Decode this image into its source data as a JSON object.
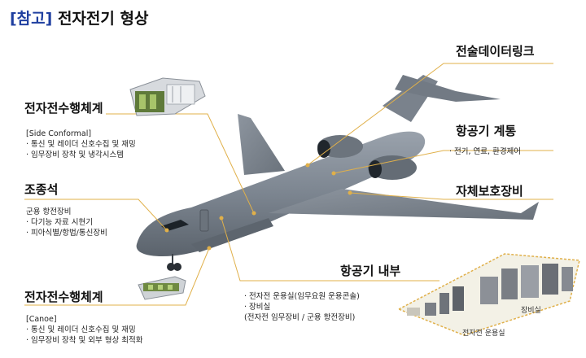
{
  "page": {
    "title_tag": "[참고]",
    "title_text": "전자전기 형상"
  },
  "colors": {
    "accent": "#1f3fa0",
    "leader": "#e0b04a",
    "aircraft": "#7c8590"
  },
  "callouts": {
    "datalink": {
      "heading": "전술데이터링크"
    },
    "systems": {
      "heading": "항공기 계통",
      "lines": [
        "· 전기, 연료, 환경제어"
      ]
    },
    "self_protection": {
      "heading": "자체보호장비"
    },
    "ew_side": {
      "heading": "전자전수행체계",
      "subheading": "[Side Conformal]",
      "lines": [
        "· 통신 및 레이더 신호수집 및 재밍",
        "· 임무장비 장착 및 냉각시스템"
      ]
    },
    "cockpit": {
      "heading": "조종석",
      "subheading": "군용 항전장비",
      "lines": [
        "· 다기능 자료 시현기",
        "· 피아식별/항법/통신장비"
      ]
    },
    "ew_canoe": {
      "heading": "전자전수행체계",
      "subheading": "[Canoe]",
      "lines": [
        "· 통신 및 레이더 신호수집 및 재밍",
        "· 임무장비 장착 및 외부 형상 최적화"
      ]
    },
    "interior": {
      "heading": "항공기 내부",
      "lines": [
        "· 전자전 운용실(임무요원 운용콘솔)",
        "· 장비실",
        "(전자전 임무장비 / 군용 항전장비)"
      ]
    }
  },
  "interior_labels": {
    "ops_room": "전자전 운용실",
    "equipment_room": "장비실"
  },
  "icons": [
    "side-conformal-pod-cutaway-icon",
    "canoe-pod-cutaway-icon",
    "cabin-interior-cutaway-icon"
  ]
}
